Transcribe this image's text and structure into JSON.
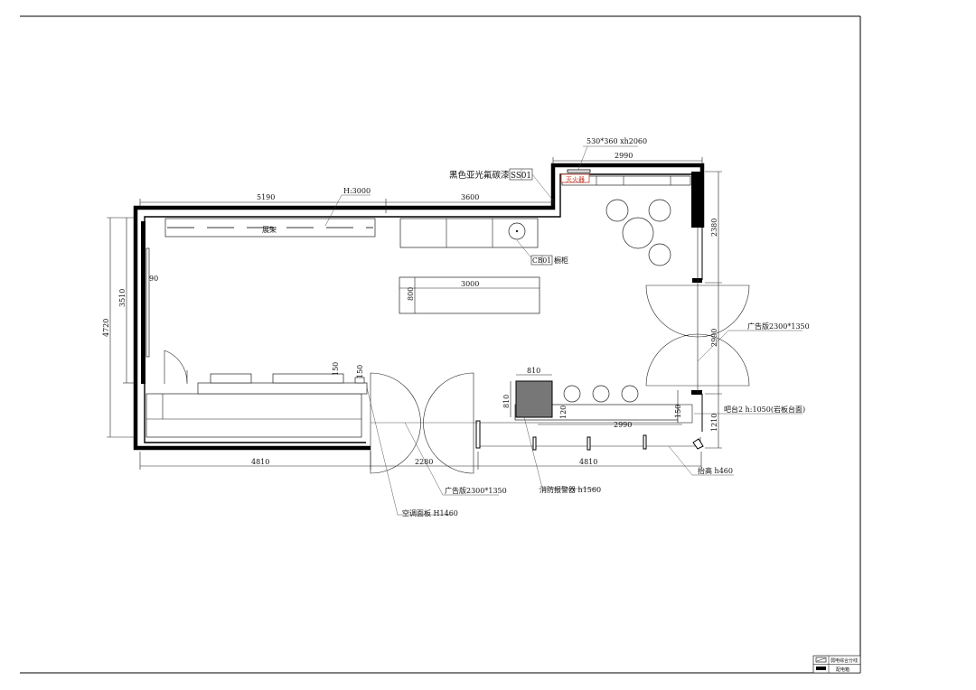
{
  "dimensions": {
    "top_left": "5190",
    "top_middle": "3600",
    "top_right": "2990",
    "left_outer": "4720",
    "left_inner": "3510",
    "right_top": "2380",
    "right_middle": "2990",
    "right_bottom": "1210",
    "bottom_left": "4810",
    "bottom_middle": "2280",
    "bottom_right": "4810",
    "island_length": "3000",
    "island_width": "800",
    "bar_length": "2990",
    "box_width": "810",
    "box_height": "810",
    "small_150_a": "150",
    "small_150_b": "150",
    "small_120": "120",
    "small_90": "90",
    "small_150_c": "150"
  },
  "labels": {
    "shelf_height": "H:3000",
    "shelf": "展架",
    "black_paint_text": "黑色亚光氟碳漆",
    "black_paint_code": "SS01",
    "cabinet_code": "CB01",
    "cabinet": "橱柜",
    "extinguisher_size": "530*360  xh2060",
    "extinguisher": "灭火器",
    "ad_board_right": "广告版2300*1350",
    "bar": "吧台2 h:1050(岩板台面)",
    "raise": "抬高 h460",
    "ad_board_bottom": "广告版2300*1350",
    "fire_alarm": "消防报警器 h1560",
    "ac_panel": "空调面板 H1460"
  },
  "legend": {
    "row1": "弱电综合分线",
    "row2": "配电箱"
  }
}
